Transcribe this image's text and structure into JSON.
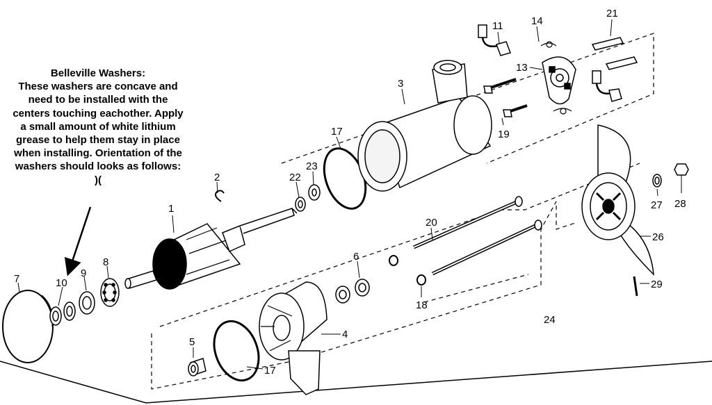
{
  "note": {
    "title": "Belleville Washers:",
    "lines": [
      "These washers are concave and",
      "need to be installed with the",
      "centers touching eachother.  Apply",
      "a small amount of white lithium",
      "grease to help them stay in place",
      "when installing.  Orientation of the",
      "washers should looks as follows:",
      ")("
    ]
  },
  "callouts": {
    "c1": "1",
    "c2": "2",
    "c3": "3",
    "c4": "4",
    "c5": "5",
    "c6": "6",
    "c7": "7",
    "c8": "8",
    "c9": "9",
    "c10": "10",
    "c11": "11",
    "c13": "13",
    "c14": "14",
    "c17a": "17",
    "c17b": "17",
    "c18": "18",
    "c19": "19",
    "c20": "20",
    "c21": "21",
    "c22": "22",
    "c23": "23",
    "c24": "24",
    "c26": "26",
    "c27": "27",
    "c28": "28",
    "c29": "29"
  },
  "colors": {
    "line": "#000000",
    "fill": "#ffffff",
    "core": "#000000",
    "light": "#f4f4f4"
  }
}
